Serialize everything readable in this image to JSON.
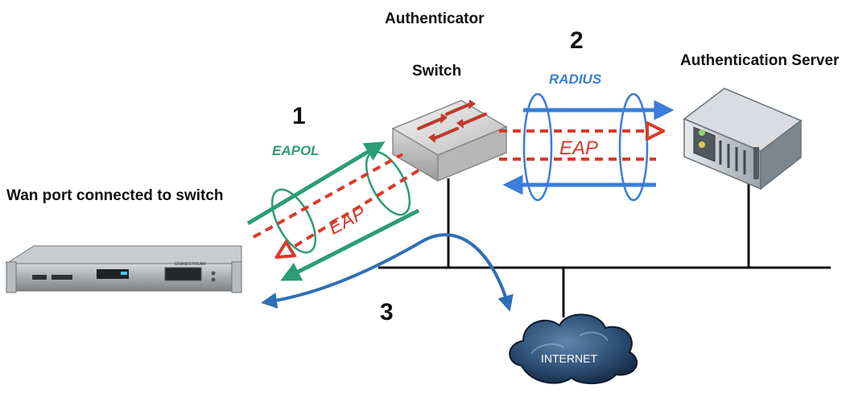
{
  "labels": {
    "authenticator": "Authenticator",
    "switch": "Switch",
    "auth_server": "Authentication Server",
    "wan_port": "Wan port connected to switch",
    "internet": "INTERNET"
  },
  "steps": {
    "one": "1",
    "two": "2",
    "three": "3"
  },
  "protocols": {
    "eapol": "EAPOL",
    "radius": "RADIUS",
    "eap_left": "EAP",
    "eap_right": "EAP"
  },
  "device": {
    "brand": "GRANDSTREAM"
  },
  "colors": {
    "eapol": "#2a9d78",
    "radius": "#3b7dd8",
    "eap": "#d93a2a",
    "internet_path": "#2d6fb6",
    "cloud": "#1f3a5c",
    "line": "#111111"
  }
}
